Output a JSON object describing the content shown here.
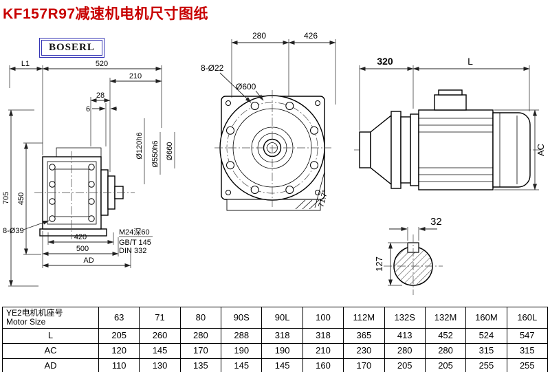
{
  "title": "KF157R97减速机电机尺寸图纸",
  "logo": "BOSERL",
  "side_view": {
    "dim_L1": "L1",
    "dim_520": "520",
    "dim_210": "210",
    "dim_28": "28",
    "dim_6": "6",
    "dim_705": "705",
    "dim_450": "450",
    "dim_420": "420",
    "dim_500": "500",
    "dim_AD": "AD",
    "bolt_label": "8-Ø39",
    "dia_120": "Ø120h6",
    "dia_550": "Ø550h6",
    "dia_660": "Ø660",
    "note_1": "M24深60",
    "note_2": "GB/T 145",
    "note_3": "DIN 332"
  },
  "front_view": {
    "dim_280": "280",
    "dim_426": "426",
    "bolt_label": "8-Ø22",
    "dia_label": "Ø600",
    "angle_label": "71.7°"
  },
  "motor_view": {
    "dim_320": "320",
    "dim_L": "L",
    "dim_AC": "AC"
  },
  "shaft_view": {
    "dim_32": "32",
    "dim_127": "127"
  },
  "table": {
    "col0_line1": "YE2电机机座号",
    "col0_line2": "Motor Size",
    "columns": [
      "63",
      "71",
      "80",
      "90S",
      "90L",
      "100",
      "112M",
      "132S",
      "132M",
      "160M",
      "160L"
    ],
    "rows": [
      {
        "label": "L",
        "values": [
          "205",
          "260",
          "280",
          "288",
          "318",
          "318",
          "365",
          "413",
          "452",
          "524",
          "547"
        ]
      },
      {
        "label": "AC",
        "values": [
          "120",
          "145",
          "170",
          "190",
          "190",
          "210",
          "230",
          "280",
          "280",
          "315",
          "315"
        ]
      },
      {
        "label": "AD",
        "values": [
          "110",
          "130",
          "135",
          "145",
          "145",
          "160",
          "170",
          "205",
          "205",
          "255",
          "255"
        ]
      }
    ]
  }
}
